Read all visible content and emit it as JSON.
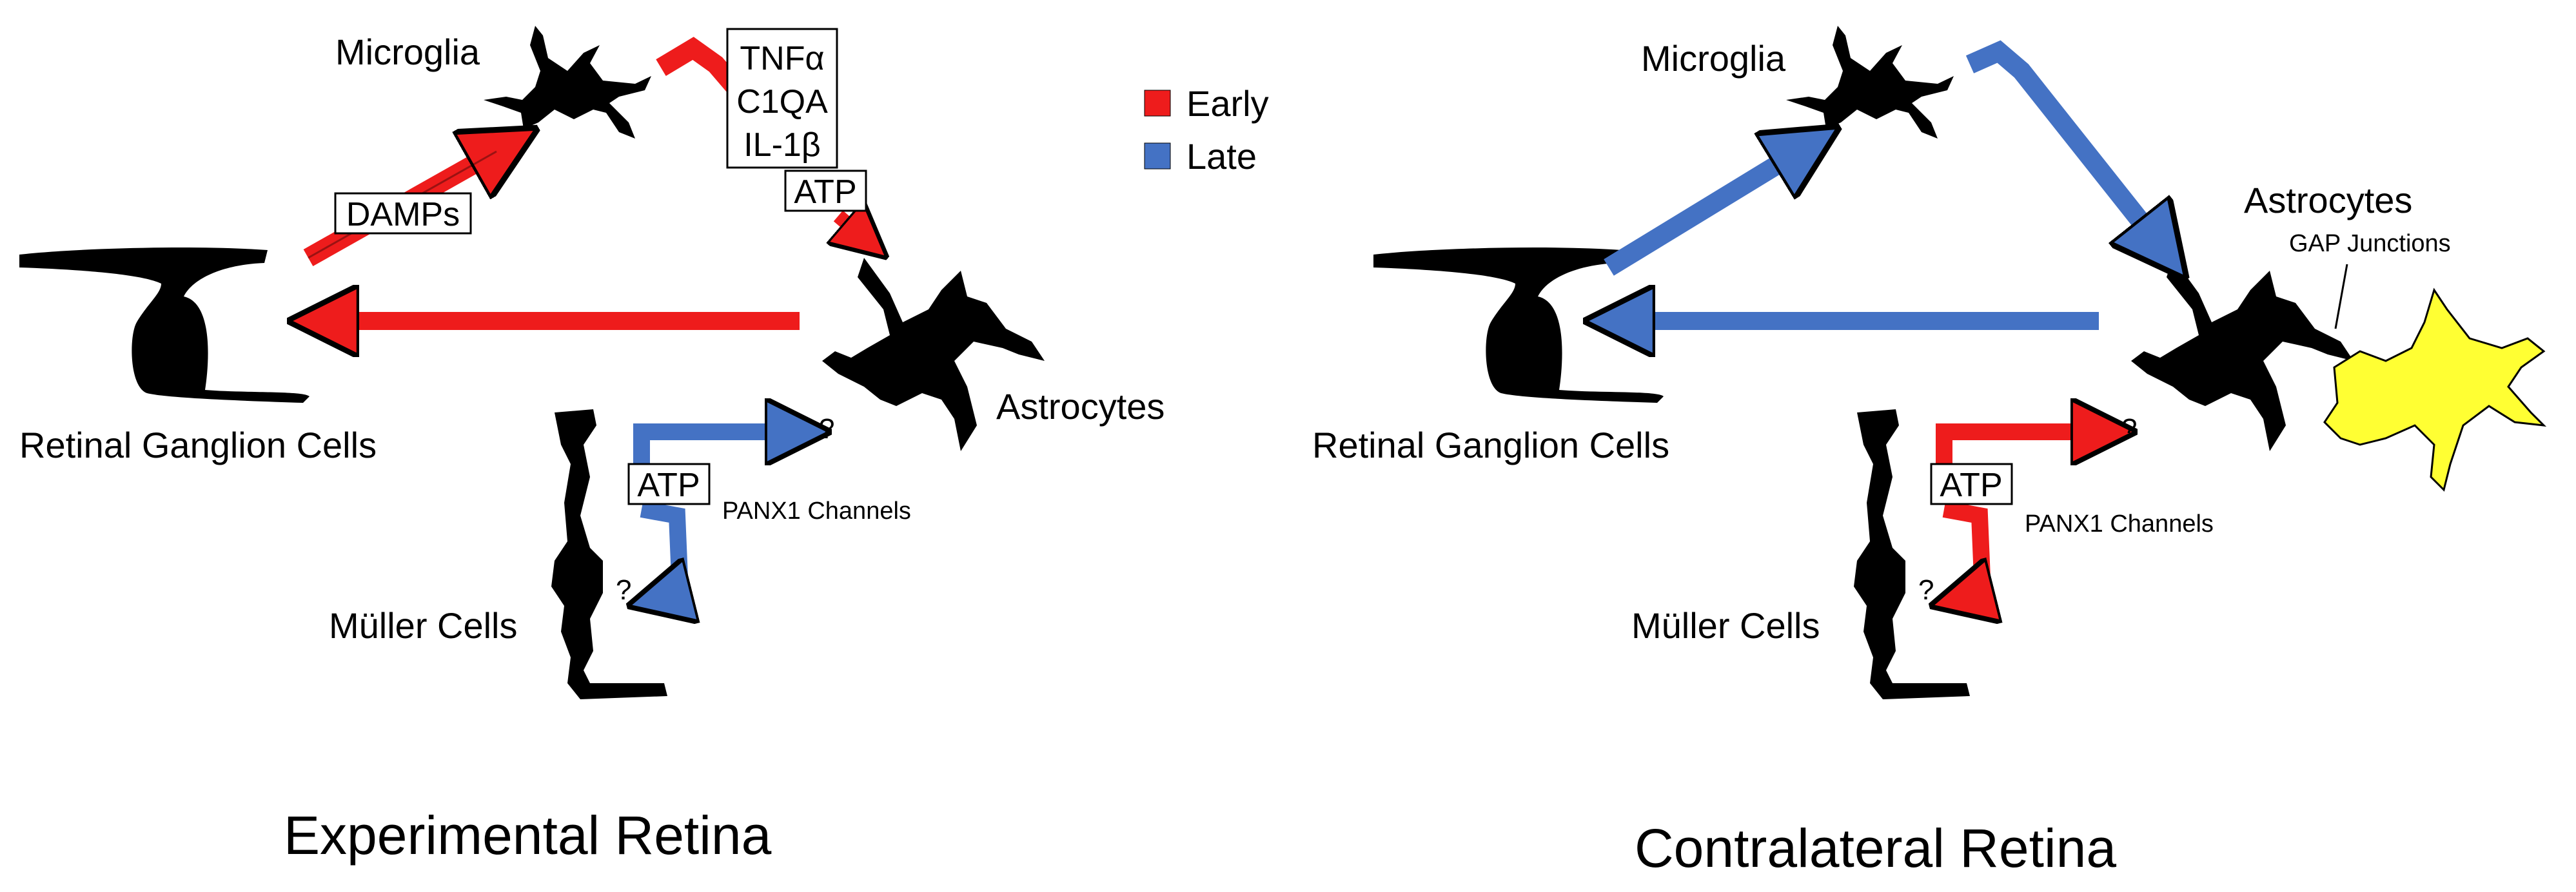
{
  "colors": {
    "early": "#ee1c1c",
    "late": "#4472c4",
    "gap_cell": "#ffff33",
    "cell": "#000000"
  },
  "legend": {
    "early": "Early",
    "late": "Late"
  },
  "left_panel": {
    "title": "Experimental Retina",
    "microglia": "Microglia",
    "astrocytes": "Astrocytes",
    "rgc": "Retinal Ganglion Cells",
    "muller": "Müller Cells",
    "damps": "DAMPs",
    "cytokines": [
      "TNFα",
      "C1QA",
      "IL-1β"
    ],
    "atp_top": "ATP",
    "atp_bottom": "ATP",
    "panx1": "PANX1 Channels",
    "q1": "?",
    "q2": "?"
  },
  "right_panel": {
    "title": "Contralateral Retina",
    "microglia": "Microglia",
    "astrocytes": "Astrocytes",
    "gap": "GAP Junctions",
    "rgc": "Retinal Ganglion Cells",
    "muller": "Müller Cells",
    "atp": "ATP",
    "panx1": "PANX1 Channels",
    "q1": "?",
    "q2": "?"
  }
}
